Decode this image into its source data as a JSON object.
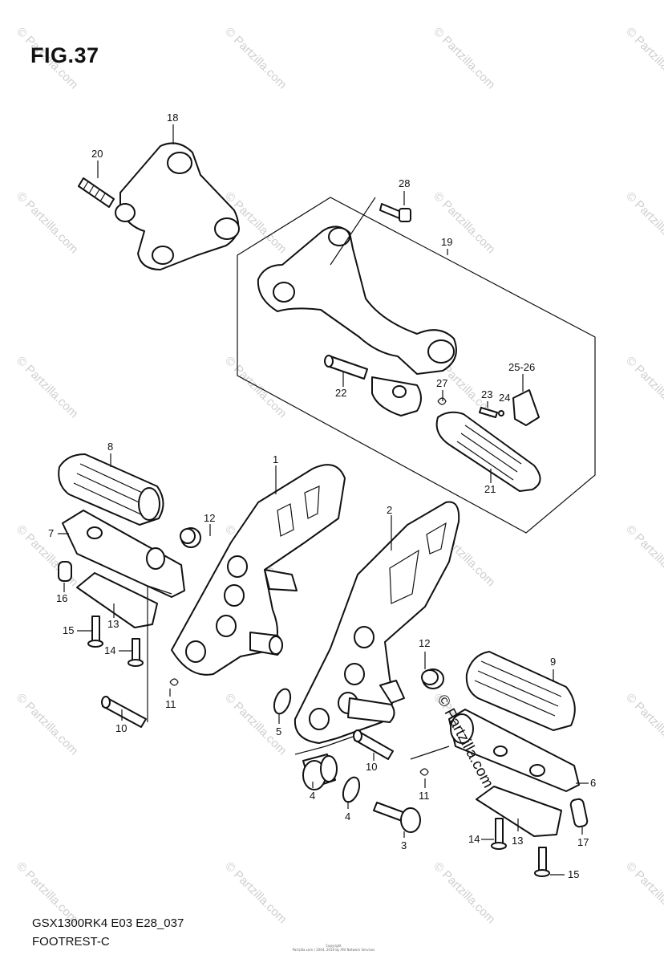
{
  "figure": {
    "title": "FIG.37",
    "model_code": "GSX1300RK4 E03 E28_037",
    "caption": "FOOTREST-C",
    "copyright_lines": [
      "Copyright",
      "Partzilla.com / 2004, 2019 by ARI Network Services"
    ]
  },
  "watermark": {
    "text": "© Partzilla.com",
    "highlight_text": "© Partzilla.com",
    "color": "#cfcfcf"
  },
  "callouts": [
    "1",
    "2",
    "3",
    "4",
    "5",
    "6",
    "7",
    "8",
    "9",
    "9",
    "10",
    "10",
    "11",
    "11",
    "12",
    "12",
    "13",
    "13",
    "14",
    "14",
    "15",
    "15",
    "16",
    "17",
    "18",
    "19",
    "20",
    "21",
    "22",
    "23",
    "24",
    "25-26",
    "27",
    "28"
  ]
}
